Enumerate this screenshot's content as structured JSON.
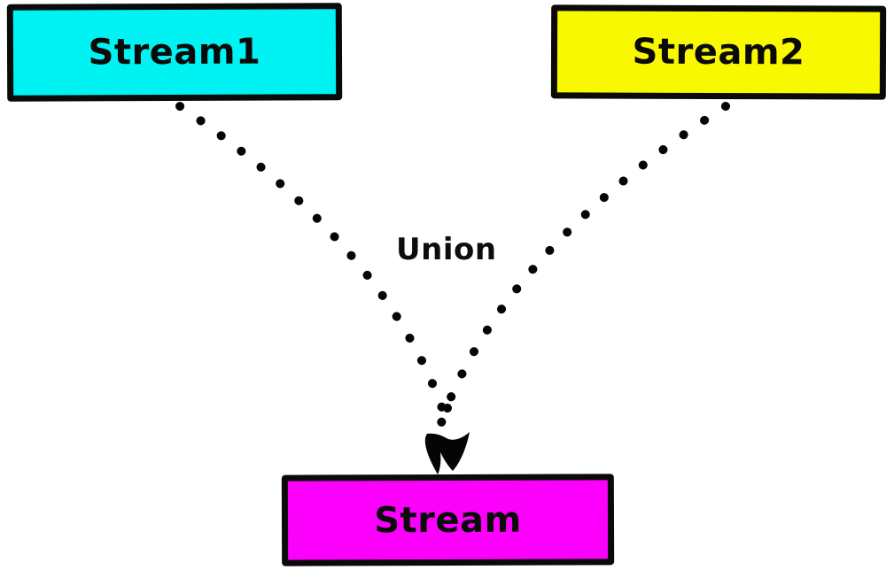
{
  "diagram": {
    "background_color": "#ffffff",
    "stroke_color": "#050505",
    "edge_label": "Union",
    "edge_style": "dotted",
    "nodes": [
      {
        "id": "stream1",
        "label": "Stream1",
        "fill_color": "#00f2f2",
        "text_color": "#0a0a0a",
        "position": "top-left"
      },
      {
        "id": "stream2",
        "label": "Stream2",
        "fill_color": "#f8f800",
        "text_color": "#0a0a0a",
        "position": "top-right"
      },
      {
        "id": "stream",
        "label": "Stream",
        "fill_color": "#fb00fb",
        "text_color": "#0a0a0a",
        "position": "bottom-center"
      }
    ],
    "edges": [
      {
        "from": "stream1",
        "to": "stream",
        "style": "dotted"
      },
      {
        "from": "stream2",
        "to": "stream",
        "style": "dotted"
      }
    ]
  }
}
